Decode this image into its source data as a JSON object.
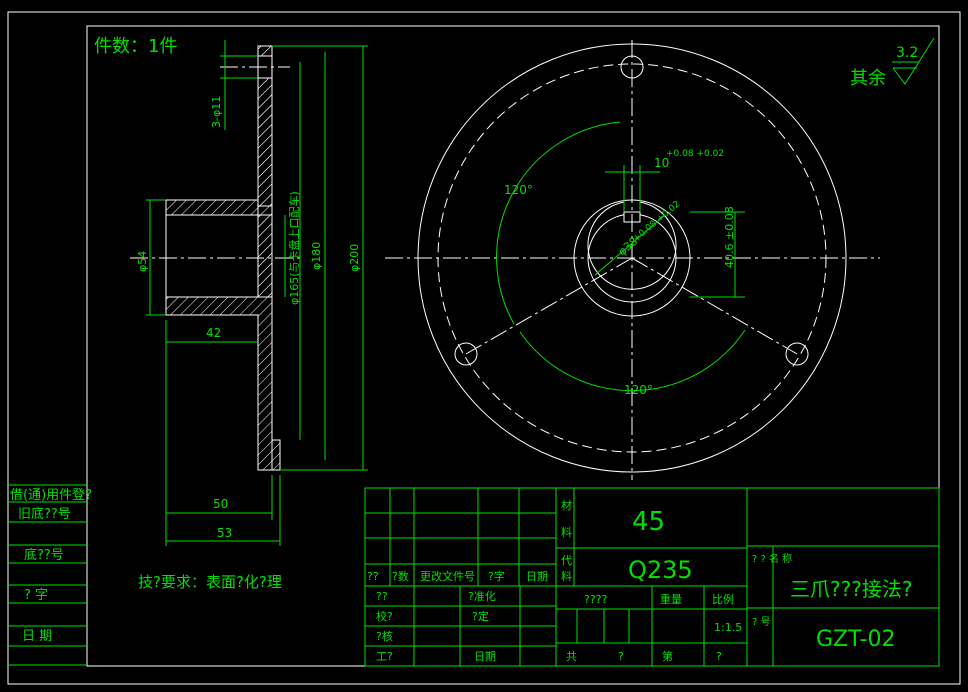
{
  "drawing": {
    "quantity_note": "件数：1件",
    "roughness_value": "3.2",
    "roughness_rest": "其余",
    "tech_requirement": "技?要求：表面?化?理",
    "dims": {
      "holes": "3-φ11",
      "d54": "φ54",
      "d165": "φ165(与卡盘上口配车)",
      "d180": "φ180",
      "d200": "φ200",
      "len42": "42",
      "len50": "50",
      "len53": "53",
      "angle_a": "120°",
      "angle_b": "120°",
      "key_width": "10",
      "key_width_tol": "+0.08\n+0.02",
      "bore": "φ38",
      "bore_tol": "+0.08\n+0.02",
      "keyway_depth": "40.6 ±0.08"
    }
  },
  "side_block": {
    "row1": "借(通)用件登?",
    "row2": "旧底??号",
    "row3": "底??号",
    "row4": "?   字",
    "row5": "日    期"
  },
  "title_block": {
    "material_label1": "材",
    "material_label2": "料",
    "material_value": "45",
    "alt_label1": "代",
    "alt_label2": "料",
    "alt_value": "Q235",
    "rev_headers": [
      "??",
      "?数",
      "更改文件号",
      "?字",
      "日期"
    ],
    "design": "??",
    "check": "校?",
    "review": "?核",
    "craft": "工?",
    "standardize": "?准化",
    "approve": "?定",
    "date": "日期",
    "stage": "????",
    "weight": "重量",
    "scale_label": "比例",
    "scale_value": "1:1.5",
    "total": "共",
    "total_q": "?",
    "sheet": "第",
    "sheet_q": "?",
    "name_side": "?\n?\n名\n称",
    "part_name": "三爪???接法?",
    "code_side": "?\n号",
    "part_code": "GZT-02"
  }
}
